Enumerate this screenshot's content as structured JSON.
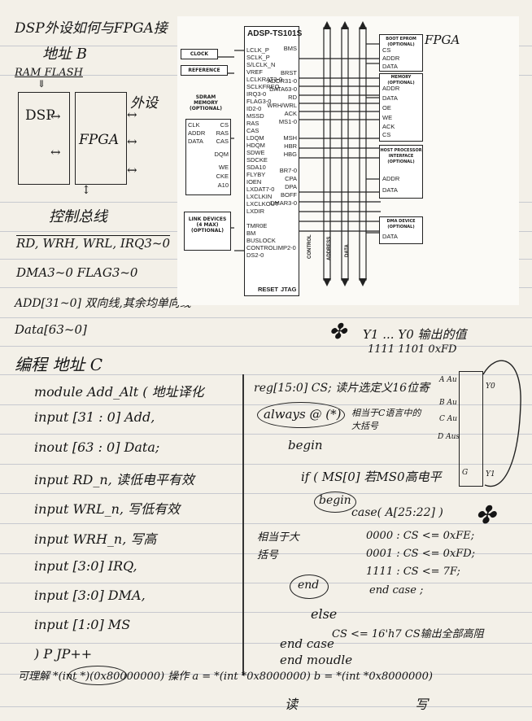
{
  "notes_top": {
    "title": "DSP外设如何与FPGA接",
    "address_b": "地址 B",
    "ram_flash": "RAM FLASH",
    "dsp": "DSP",
    "fpga": "FPGA",
    "peripheral": "外设",
    "control_bus": "控制总线",
    "signals_line": "RD, WRH, WRL, IRQ3~0",
    "dma_line": "DMA3~0   FLAG3~0",
    "addr_line": "ADD[31~0] 双向线,其余均单向线",
    "data_line": "Data[63~0]"
  },
  "diagram": {
    "chip_name": "ADSP-TS101S",
    "fpga_label": "FPGA",
    "left_pins": [
      "LCLK_P",
      "SCLK_P",
      "S/LCLK_N",
      "VREF",
      "LCLKRAT2-0",
      "SCLKFREQ",
      "IRQ3-0",
      "FLAG3-0",
      "ID2-0",
      "MSSD",
      "RAS",
      "CAS",
      "LDQM",
      "HDQM",
      "SDWE",
      "SDCKE",
      "SDA10",
      "FLYBY",
      "IOEN",
      "LXDAT7-0",
      "LXCLKIN",
      "LXCLKOUT",
      "LXDIR",
      "",
      "TMR0E",
      "BM",
      "BUSLOCK",
      "CONTROLIMP2-0",
      "DS2-0"
    ],
    "right_pins": [
      "BMS",
      "",
      "",
      "BRST",
      "ADDR31-0",
      "DATA63-0",
      "RD",
      "WRH/WRL",
      "ACK",
      "MS1-0",
      "",
      "MSH",
      "HBR",
      "HBG",
      "",
      "BR7-0",
      "CPA",
      "DPA",
      "BOFF",
      "DMAR3-0"
    ],
    "bottom_pins": [
      "RESET",
      "JTAG"
    ],
    "clock": "CLOCK",
    "reference": "REFERENCE",
    "sdram_title": "SDRAM MEMORY (OPTIONAL)",
    "sdram_pins": [
      "CLK",
      "CS",
      "ADDR",
      "RAS",
      "DATA",
      "CAS",
      "DQM",
      "WE",
      "CKE",
      "A10"
    ],
    "link_title": "LINK DEVICES (4 MAX) (OPTIONAL)",
    "boot_title": "BOOT EPROM (OPTIONAL)",
    "boot_pins": [
      "CS",
      "ADDR",
      "DATA"
    ],
    "memory_title": "MEMORY (OPTIONAL)",
    "memory_pins": [
      "ADDR",
      "DATA",
      "OE",
      "WE",
      "ACK",
      "CS"
    ],
    "host_title": "HOST PROCESSOR INTERFACE (OPTIONAL)",
    "host_pins": [
      "ADDR",
      "DATA"
    ],
    "dma_title": "DMA DEVICE (OPTIONAL)",
    "dma_pins": [
      "DATA"
    ],
    "bus_labels": [
      "CONTROL",
      "ADDRESS",
      "DATA"
    ]
  },
  "notes_bottom": {
    "y_note": "Y1 ... Y0 输出的值",
    "y_bits": "1111 1101 0xFD",
    "section_title": "编程  地址 C",
    "code_left": [
      "module  Add_Alt (  地址译化",
      "input [31 : 0]  Add,",
      "inout [63 : 0]  Data;",
      "input  RD_n,    读低电平有效",
      "input  WRL_n,  写低有效",
      "input  WRH_n,  写高",
      "input [3:0]   IRQ,",
      "input [3:0]   DMA,",
      "input [1:0]   MS",
      ")            P    JP++"
    ],
    "code_right": [
      "reg[15:0] CS; 读片选定义16位寄",
      "always @ (*)",
      "begin",
      "if ( MS[0] 若MS0高电平",
      "begin",
      "case( A[25:22] )",
      "0000 :  CS <= 0xFE;",
      "0001 :  CS <= 0xFD;",
      "1111 :  CS <= 7F;",
      "end case ;",
      "end",
      "else",
      "CS <= 16'h7  CS输出全部高阻",
      "end case",
      "end moudle"
    ],
    "always_note": "相当于C语言中的大括号",
    "bracket_note": "相当于大括号",
    "decoder_pins": [
      "A Au",
      "B Au",
      "C Au",
      "D Aus",
      "G"
    ],
    "decoder_outputs": [
      "Y0",
      "Y1"
    ],
    "pointer_line": "可理解  *(int *)(0x80000000) 操作  a = *(int *0x8000000)  b = *(int *0x8000000)",
    "read": "读",
    "write": "写"
  }
}
